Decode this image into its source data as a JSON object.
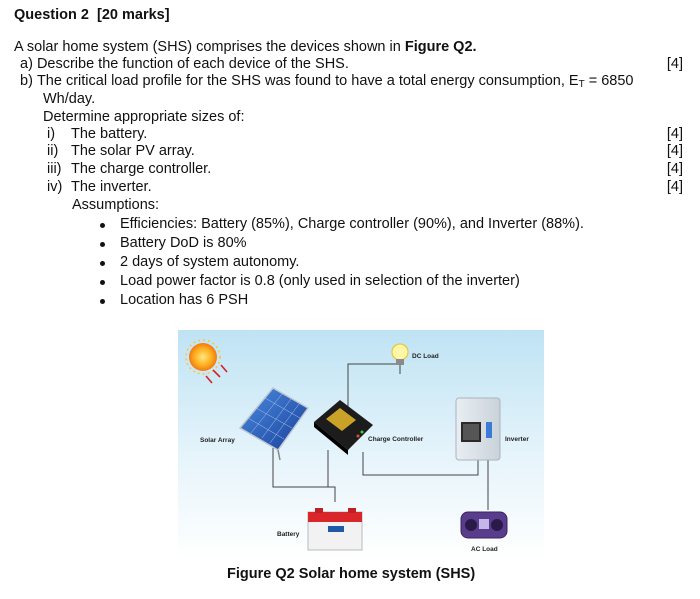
{
  "question": {
    "heading": "Question 2",
    "marks": "[20 marks]",
    "intro_prefix": "A solar home system (SHS) comprises the devices shown in ",
    "intro_figure_ref": "Figure Q2.",
    "part_a": {
      "label": "a)",
      "text": "Describe the function of each device of the SHS.",
      "mark": "[4]"
    },
    "part_b": {
      "label": "b)",
      "text_prefix": "The critical load profile for the SHS was found to have a total energy consumption, E",
      "text_sub": "T",
      "text_suffix": " = 6850",
      "text_line2": "Wh/day.",
      "determine": "Determine appropriate sizes of:",
      "items": [
        {
          "label": "i)",
          "text": "The battery.",
          "mark": "[4]"
        },
        {
          "label": "ii)",
          "text": "The solar PV array.",
          "mark": "[4]"
        },
        {
          "label": "iii)",
          "text": "The charge controller.",
          "mark": "[4]"
        },
        {
          "label": "iv)",
          "text": "The inverter.",
          "mark": "[4]"
        }
      ],
      "assumptions_title": "Assumptions:",
      "assumptions": [
        "Efficiencies: Battery (85%), Charge controller (90%), and Inverter (88%).",
        "Battery DoD is 80%",
        "2 days of system autonomy.",
        "Load power factor is 0.8 (only used in selection of the inverter)",
        "Location has 6 PSH"
      ]
    }
  },
  "figure": {
    "labels": {
      "dc_load": "DC Load",
      "solar_array": "Solar Array",
      "charge_controller": "Charge Controller",
      "inverter": "Inverter",
      "battery": "Battery",
      "ac_load": "AC Load"
    },
    "caption": "Figure Q2 Solar home system (SHS)"
  }
}
